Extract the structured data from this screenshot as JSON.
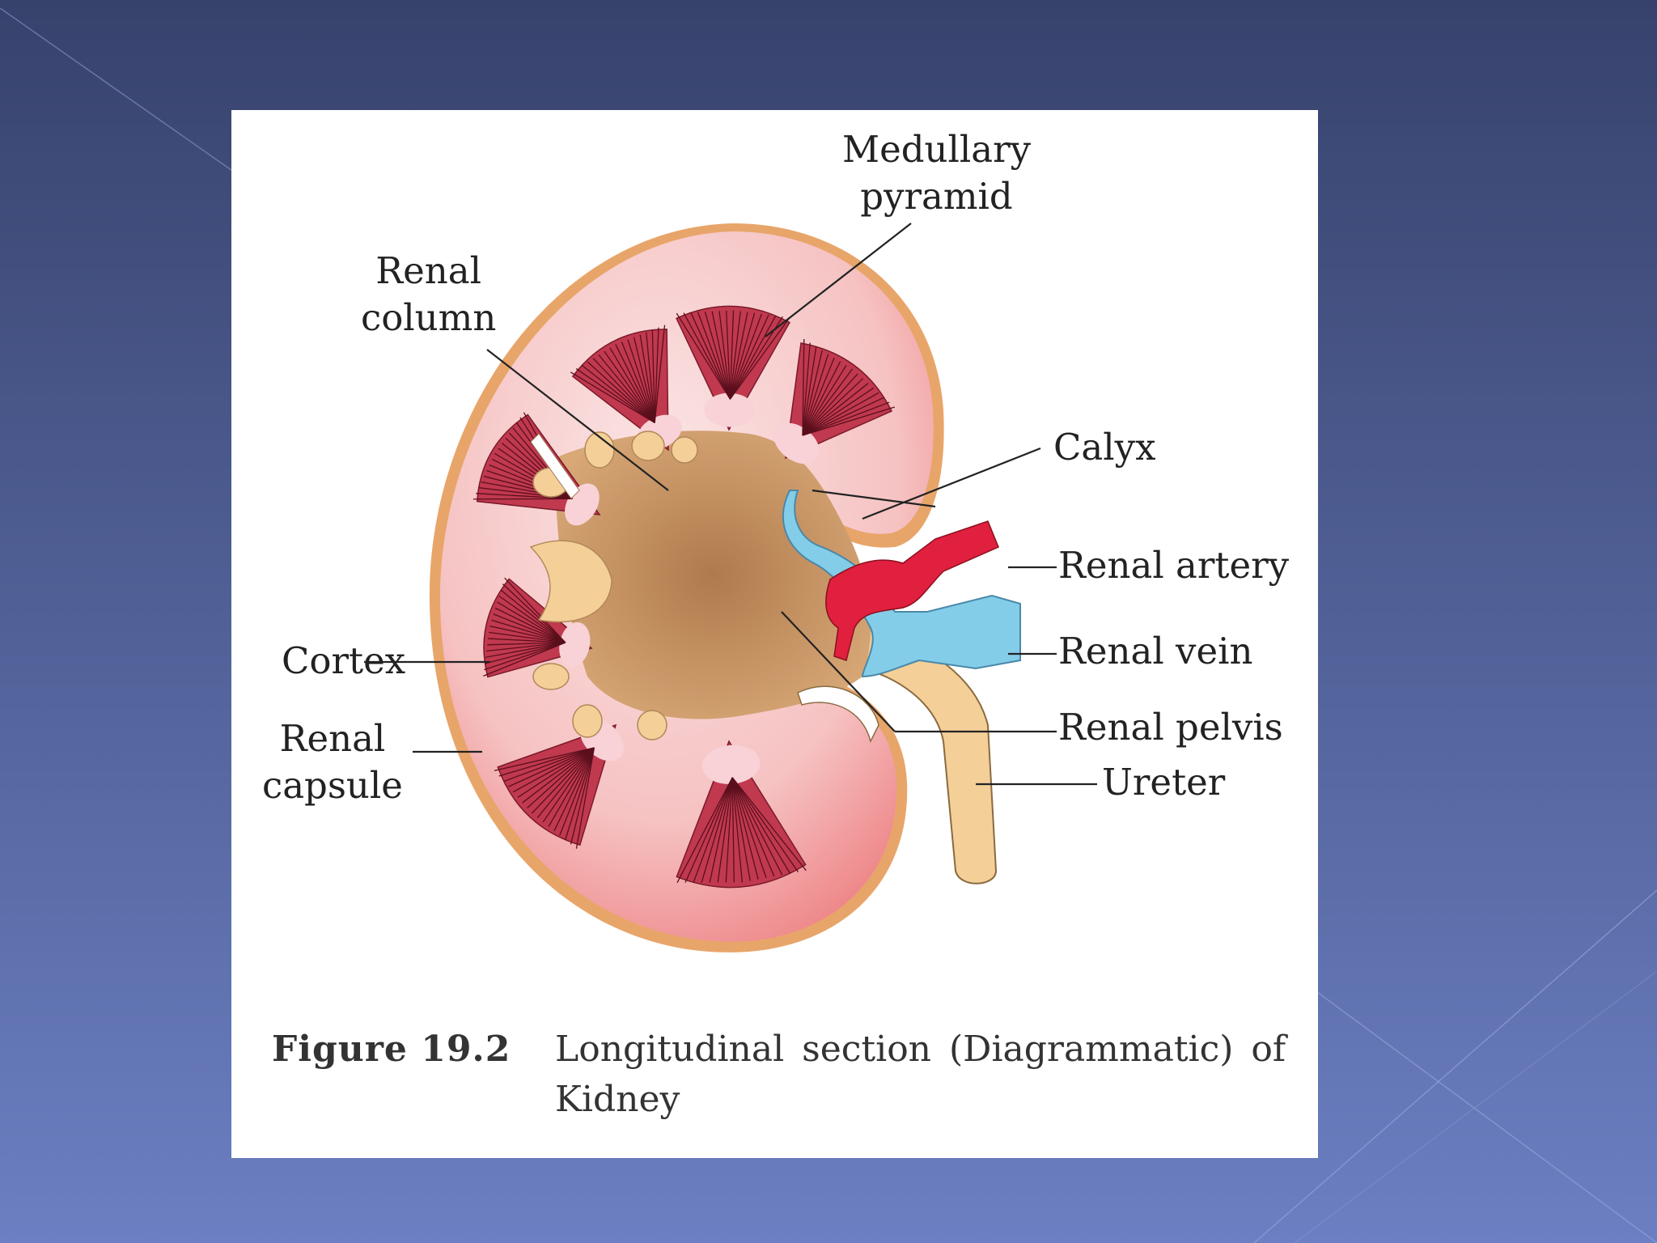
{
  "slide": {
    "background_top": "#3a4470",
    "background_bottom": "#6a7dc0"
  },
  "figure": {
    "labels": {
      "medullary_pyramid": [
        "Medullary",
        "pyramid"
      ],
      "renal_column": [
        "Renal",
        "column"
      ],
      "calyx": "Calyx",
      "renal_artery": "Renal artery",
      "renal_vein": "Renal vein",
      "cortex": "Cortex",
      "renal_capsule": [
        "Renal",
        "capsule"
      ],
      "renal_pelvis": "Renal pelvis",
      "ureter": "Ureter"
    },
    "caption": {
      "number": "Figure 19.2",
      "text": "Longitudinal section (Diagrammatic) of Kidney"
    },
    "colors": {
      "capsule": "#e8a56a",
      "cortex": "#f5c4c4",
      "pyramid": "#b5334a",
      "pelvis": "#c8925e",
      "calyx": "#f4cf98",
      "artery": "#e0203e",
      "vein": "#84cde8",
      "ureter": "#f4cf98"
    }
  }
}
